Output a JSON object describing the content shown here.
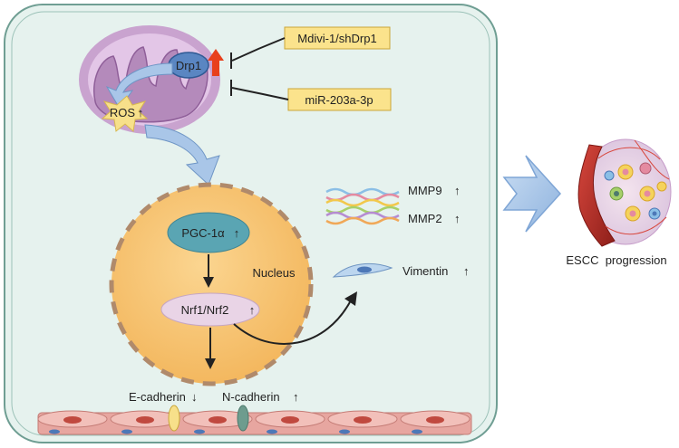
{
  "labels": {
    "drp1": "Drp1",
    "ros": "ROS",
    "inhibitor1": "Mdivi-1/shDrp1",
    "inhibitor2": "miR-203a-3p",
    "pgc": "PGC-1α",
    "nucleus": "Nucleus",
    "nrf": "Nrf1/Nrf2",
    "mmp9": "MMP9",
    "mmp2": "MMP2",
    "vimentin": "Vimentin",
    "ecad": "E-cadherin",
    "ncad": "N-cadherin",
    "escc": "ESCC  progression",
    "up": "↑",
    "down": "↓"
  },
  "colors": {
    "cell_fill": "#e6f2ee",
    "cell_stroke": "#6f9e93",
    "mito_outer": "#c9a3cf",
    "mito_inner": "#a675ad",
    "drp1_fill": "#5a86c2",
    "red_arrow": "#e8401c",
    "ros_star": "#f7e08a",
    "inhibit_box": "#fbe38c",
    "nucleus_fill": "#f7c26f",
    "nucleus_dash": "#b08a6b",
    "pgc_fill": "#5aa5b3",
    "nrf_fill": "#e9d4e6",
    "big_arrow": "#a9c6e8",
    "epithelial": "#e7a6a0"
  }
}
